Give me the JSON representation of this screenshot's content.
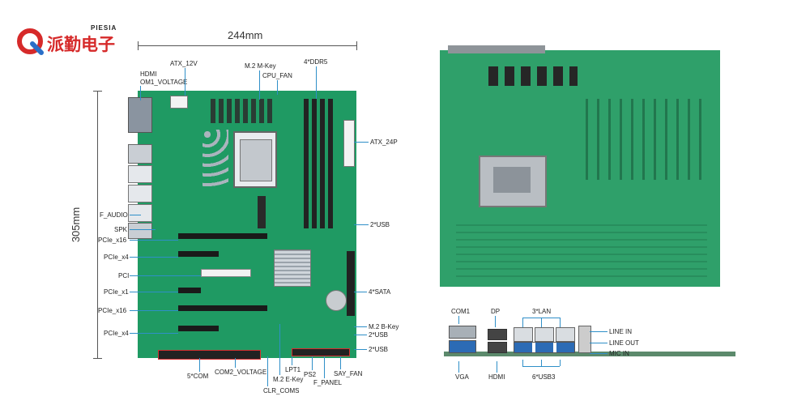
{
  "logo": {
    "sub": "PIESIA",
    "name": "派勤电子"
  },
  "dims": {
    "width": "244mm",
    "height": "305mm"
  },
  "board_labels": {
    "hdmi": "HDMI",
    "om1_voltage": "OM1_VOLTAGE",
    "atx_12v": "ATX_12V",
    "m2_m_key": "M.2 M-Key",
    "cpu_fan": "CPU_FAN",
    "ddr5": "4*DDR5",
    "atx_24p": "ATX_24P",
    "usb_1": "2*USB",
    "f_audio": "F_AUDIO",
    "spk": "SPK",
    "pcie_x16_1": "PCIe_x16",
    "pcie_x4_1": "PCIe_x4",
    "pci": "PCI",
    "pcie_x1": "PCIe_x1",
    "pcie_x16_2": "PCIe_x16",
    "pcie_x4_2": "PCIe_x4",
    "sata": "4*SATA",
    "m2_b_key": "M.2 B-Key",
    "usb_2": "2*USB",
    "usb_3": "2*USB",
    "com5": "5*COM",
    "com2_voltage": "COM2_VOLTAGE",
    "m2_e_key": "M.2 E-Key",
    "lpt1": "LPT1",
    "ps2": "PS2",
    "f_panel": "F_PANEL",
    "say_fan": "SAY_FAN",
    "clr_coms": "CLR_COMS"
  },
  "io_labels": {
    "com1": "COM1",
    "dp": "DP",
    "lan": "3*LAN",
    "line_in": "LINE IN",
    "line_out": "LINE OUT",
    "mic_in": "MIC IN",
    "vga": "VGA",
    "hdmi": "HDMI",
    "usb3": "6*USB3"
  },
  "colors": {
    "pcb": "#1f9a63",
    "pcb_dark": "#17804f",
    "callout": "#2f8fc8",
    "com_outline": "#d33030"
  }
}
